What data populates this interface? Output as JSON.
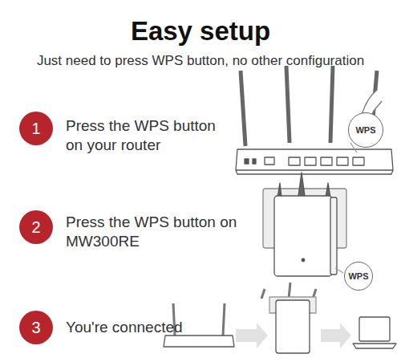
{
  "diagram": {
    "title": "Easy setup",
    "nodes": [
      {
        "text": [
          "1"
        ]
      },
      {
        "text": [
          "WPS"
        ]
      },
      {
        "text": [
          "2"
        ]
      },
      {
        "text": [
          "WPS"
        ]
      },
      {
        "text": [
          "3"
        ]
      }
    ],
    "labels": [
      "Just need to press WPS button, no other configuration",
      "Press the WPS button on your router",
      "Press the WPS button on MW300RE",
      "You're connected"
    ]
  }
}
